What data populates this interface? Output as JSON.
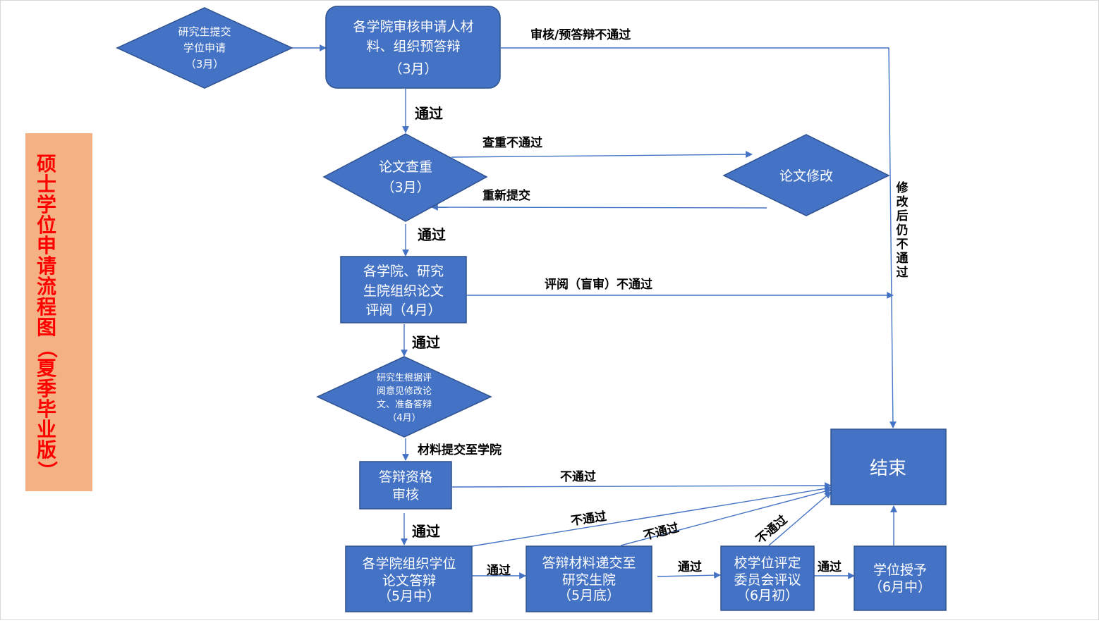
{
  "title": {
    "chars": [
      "硕",
      "士",
      "学",
      "位",
      "申",
      "请",
      "流",
      "程",
      "图",
      "（",
      "夏",
      "季",
      "毕",
      "业",
      "版",
      "）"
    ],
    "fill": "#f4b183",
    "text_color": "#ff0000"
  },
  "nodes": {
    "apply": [
      "研究生提交",
      "学位申请",
      "（3月）"
    ],
    "review": [
      "各学院审核申请人材",
      "料、组织预答辩",
      "（3月）"
    ],
    "check": [
      "论文查重",
      "（3月）"
    ],
    "revise": [
      "论文修改"
    ],
    "blind": [
      "各学院、研究",
      "生院组织论文",
      "评阅（4月）"
    ],
    "prepare": [
      "研究生根据评",
      "阅意见修改论",
      "文、准备答辩",
      "（4月）"
    ],
    "qualify": [
      "答辩资格",
      "审核"
    ],
    "defense": [
      "各学院组织学位",
      "论文答辩",
      "（5月中）"
    ],
    "submit": [
      "答辩材料递交至",
      "研究生院",
      "（5月底）"
    ],
    "committee": [
      "校学位评定",
      "委员会评议",
      "（6月初）"
    ],
    "grant": [
      "学位授予",
      "（6月中）"
    ],
    "end": [
      "结束"
    ]
  },
  "edges": {
    "review_fail": "审核/预答辩不通过",
    "review_pass": "通过",
    "check_fail": "查重不通过",
    "resubmit": "重新提交",
    "check_pass": "通过",
    "revise_fail": [
      "修",
      "改",
      "后",
      "仍",
      "不",
      "通",
      "过"
    ],
    "blind_fail": "评阅（盲审）不通过",
    "blind_pass": "通过",
    "prepare_submit": "材料提交至学院",
    "qualify_fail": "不通过",
    "qualify_pass": "通过",
    "defense_fail": "不通过",
    "defense_pass": "通过",
    "submit_fail": "不通过",
    "submit_pass": "通过",
    "committee_fail": "不通过",
    "committee_pass": "通过"
  },
  "colors": {
    "shape_fill": "#4472c4",
    "shape_stroke": "#2f528f",
    "line": "#4472c4"
  }
}
